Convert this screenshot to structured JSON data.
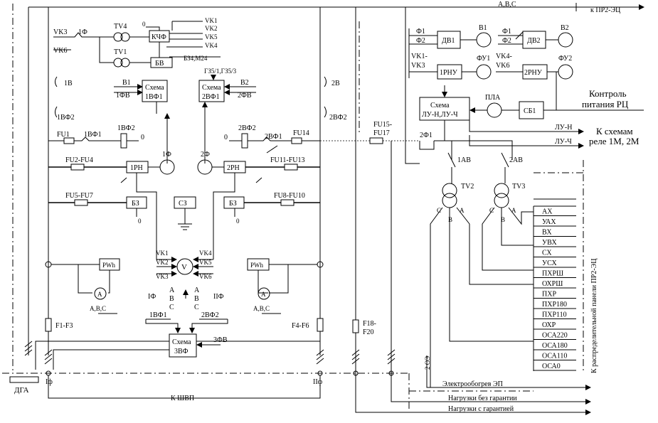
{
  "top": {
    "bus_label": "A,B,C",
    "dest_label": "к ПР2-ЭЦ"
  },
  "bottom": {
    "left_label": "ДГА",
    "phase1": "Iф",
    "phase2": "IIф",
    "kshvp": "К ШВП",
    "elektro": "Электрообогрев ЭП",
    "nagr_bez": "Нагрузки без гарантии",
    "nagr_s": "Нагрузки с гарантией"
  },
  "left_section": {
    "vk3": "VK3",
    "one_f": "1Ф",
    "vk6": "VK6",
    "tv4": "TV4",
    "tv1": "TV1",
    "kchf": "КЧФ",
    "bv": "БВ",
    "vk1": "VK1",
    "vk2": "VK2",
    "vk5": "VK5",
    "vk4": "VK4",
    "zero": "0",
    "bz_m": "БЗ4,М24",
    "v1": "В1",
    "v1fv": "1ФВ",
    "skhema1": "Схема",
    "vf1": "1ВФ1",
    "fz": "ГЗ5/1,ГЗ5/3",
    "skhema2": "Схема",
    "vf2": "2ВФ1",
    "v2": "В2",
    "fv2": "2ФВ",
    "label_1v": "1В",
    "label_1vf2": "1ВФ2",
    "label_2v": "2В",
    "label_2vf2": "2ВФ2",
    "fu1": "FU1",
    "r1vf1": "1ВФ1",
    "r1vf2": "1ВФ2",
    "z1": "0",
    "z2": "0",
    "r2vf2": "2ВФ2",
    "r2vf1": "2ВФ1",
    "fu14": "FU14",
    "fu2": "FU2-FU4",
    "rn1": "1РН",
    "ph1": "1Ф",
    "ph2": "2Ф",
    "rn2": "2РН",
    "fu11": "FU11-FU13",
    "fu5": "FU5-FU7",
    "bz1": "БЗ",
    "sz": "СЗ",
    "bz2": "БЗ",
    "fu8": "FU8-FU10",
    "vk1b": "VK1",
    "vk2b": "VK2",
    "vk3b": "VK3",
    "vk4b": "VK4",
    "vk5b": "VK5",
    "vk6b": "VK6",
    "volt": "V",
    "pw1": "PWh",
    "pw2": "PWh",
    "amp": "A",
    "abc1": "A,B,C",
    "abc2": "A,B,C",
    "if1": "IФ",
    "a1": "A",
    "b1": "B",
    "c1": "C",
    "a2": "A",
    "b2": "B",
    "c2": "C",
    "iif": "IIФ",
    "vf1b": "1ВФ1",
    "vf2b": "2ВФ2",
    "f13": "F1-F3",
    "f46": "F4-F6",
    "skhema3": "Схема",
    "vf3": "3ВФ",
    "fv3": "3ФВ"
  },
  "mid_section": {
    "fu15": "FU15-",
    "fu17": "FU17",
    "f18": "F18-",
    "f20": "F20",
    "two_f1": "2Ф1",
    "vert_label": "2 ОЭ"
  },
  "right_section": {
    "f1a": "Ф1",
    "f2a": "Ф2",
    "dv1": "ДВ1",
    "v1": "В1",
    "f1b": "Ф1",
    "f2b": "Ф2",
    "dv2": "ДВ2",
    "v2": "В2",
    "vk1vk3": "VK1-",
    "vk3": "VK3",
    "rnu1": "1РНУ",
    "fu1": "ФУ1",
    "vk4vk6": "VK4-",
    "vk6": "VK6",
    "rnu2": "2РНУ",
    "fu2": "ФУ2",
    "skhema": "Схема",
    "lu": "ЛУ-Н,ЛУ-Ч",
    "pla": "ПЛА",
    "sb1": "СБ1",
    "kontrol": "Контроль",
    "pitanie": "питания РЦ",
    "lun": "ЛУ-Н",
    "luch": "ЛУ-Ч",
    "k_skh": "К схемам",
    "rele": "реле 1М, 2М",
    "av1": "1АВ",
    "av2": "2АВ",
    "tv2": "TV2",
    "tv3": "TV3",
    "c1": "C",
    "b1": "B",
    "a1": "A",
    "c2": "C",
    "b2": "B",
    "a2": "A",
    "vert": "К распределительной панели ПР2-ЭЦ"
  },
  "terminals": [
    "АХ",
    "УАХ",
    "ВХ",
    "УВХ",
    "СХ",
    "УСХ",
    "ПХРШ",
    "ОХРШ",
    "ПХР",
    "ПХР180",
    "ПХР110",
    "ОХР",
    "ОСА220",
    "ОСА180",
    "ОСА110",
    "ОСА0"
  ]
}
